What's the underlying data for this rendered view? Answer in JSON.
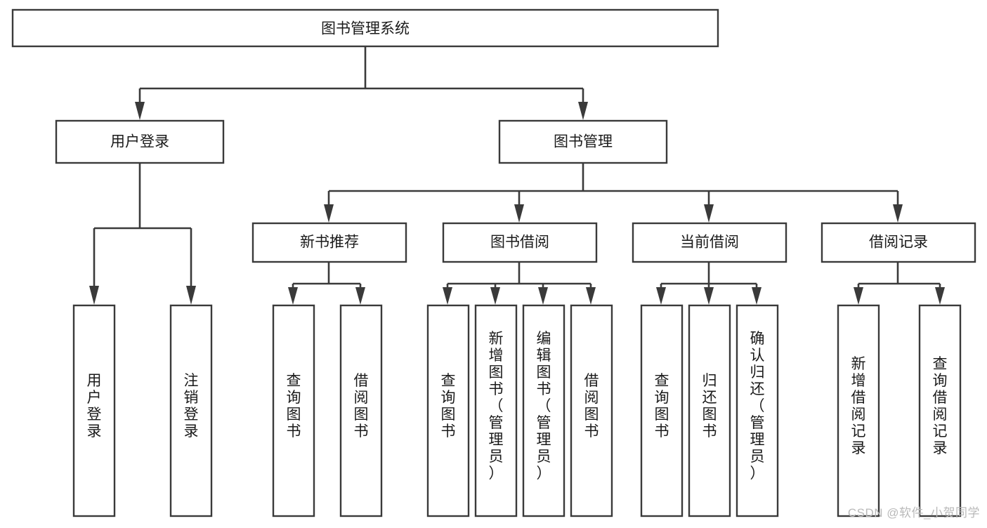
{
  "diagram": {
    "type": "tree-hierarchy-chart",
    "title": "图书管理系统",
    "watermark": "CSDN @软件_小贺同学",
    "colors": {
      "box_stroke": "#3a3a3a",
      "box_fill": "#ffffff",
      "connector": "#3a3a3a",
      "text": "#1a1a1a",
      "watermark": "#b9b9b9",
      "background": "#ffffff"
    },
    "levels": {
      "root": {
        "label": "图书管理系统"
      },
      "level1": [
        {
          "label": "用户登录"
        },
        {
          "label": "图书管理"
        }
      ],
      "level2": [
        {
          "label": "新书推荐"
        },
        {
          "label": "图书借阅"
        },
        {
          "label": "当前借阅"
        },
        {
          "label": "借阅记录"
        }
      ],
      "level3": [
        {
          "label": "用户登录",
          "parent": "用户登录"
        },
        {
          "label": "注销登录",
          "parent": "用户登录"
        },
        {
          "label": "查询图书",
          "parent": "新书推荐"
        },
        {
          "label": "借阅图书",
          "parent": "新书推荐"
        },
        {
          "label": "查询图书",
          "parent": "图书借阅"
        },
        {
          "label": "新增图书（管理员）",
          "parent": "图书借阅"
        },
        {
          "label": "编辑图书（管理员）",
          "parent": "图书借阅"
        },
        {
          "label": "借阅图书",
          "parent": "图书借阅"
        },
        {
          "label": "查询图书",
          "parent": "当前借阅"
        },
        {
          "label": "归还图书",
          "parent": "当前借阅"
        },
        {
          "label": "确认归还（管理员）",
          "parent": "当前借阅"
        },
        {
          "label": "新增借阅记录",
          "parent": "借阅记录"
        },
        {
          "label": "查询借阅记录",
          "parent": "借阅记录"
        }
      ]
    }
  }
}
